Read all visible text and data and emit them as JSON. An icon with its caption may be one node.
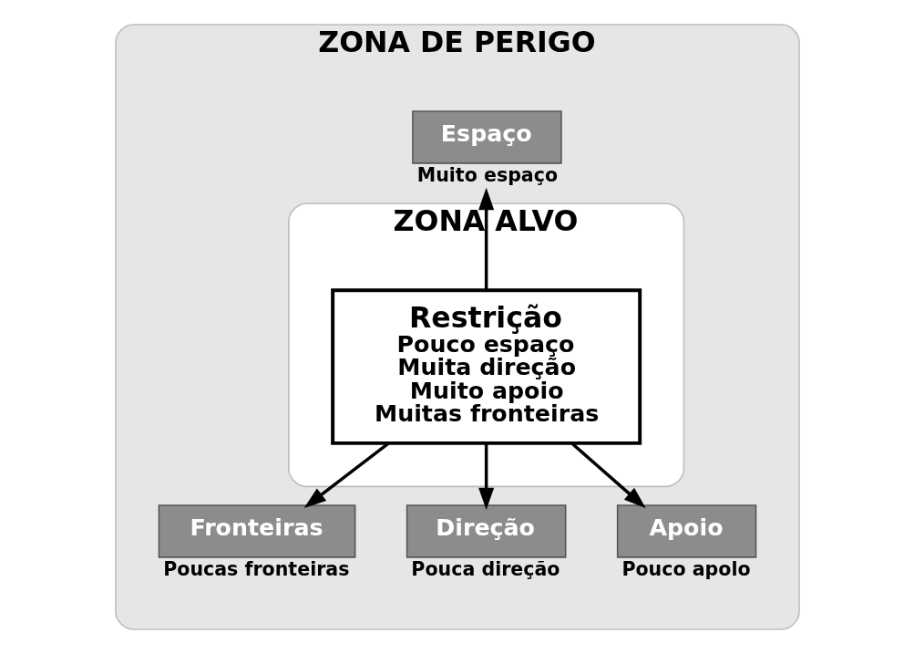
{
  "diagram": {
    "nodes": [
      {
        "text": [
          "ZONA DE PERIGO"
        ]
      },
      {
        "text": [
          "ZONA ALVO"
        ],
        "in": 0
      },
      {
        "text": [
          "Restrição",
          "Pouco espaço",
          "Muita direção",
          "Muito apoio",
          "Muitas fronteiras"
        ],
        "in": 1
      },
      {
        "text": [
          "Espaço"
        ],
        "beside": [
          "Muito espaço"
        ],
        "in": 0
      },
      {
        "text": [
          "Fronteiras"
        ],
        "beside": [
          "Poucas fronteiras"
        ],
        "in": 0
      },
      {
        "text": [
          "Direção"
        ],
        "beside": [
          "Pouca direção"
        ],
        "in": 0
      },
      {
        "text": [
          "Apoio"
        ],
        "beside": [
          "Pouco apolo"
        ],
        "in": 0
      }
    ],
    "edges": [
      {
        "from": 2,
        "to": 3,
        "arrow": "to"
      },
      {
        "from": 2,
        "to": 4,
        "arrow": "to"
      },
      {
        "from": 2,
        "to": 5,
        "arrow": "to"
      },
      {
        "from": 2,
        "to": 6,
        "arrow": "to"
      }
    ]
  }
}
